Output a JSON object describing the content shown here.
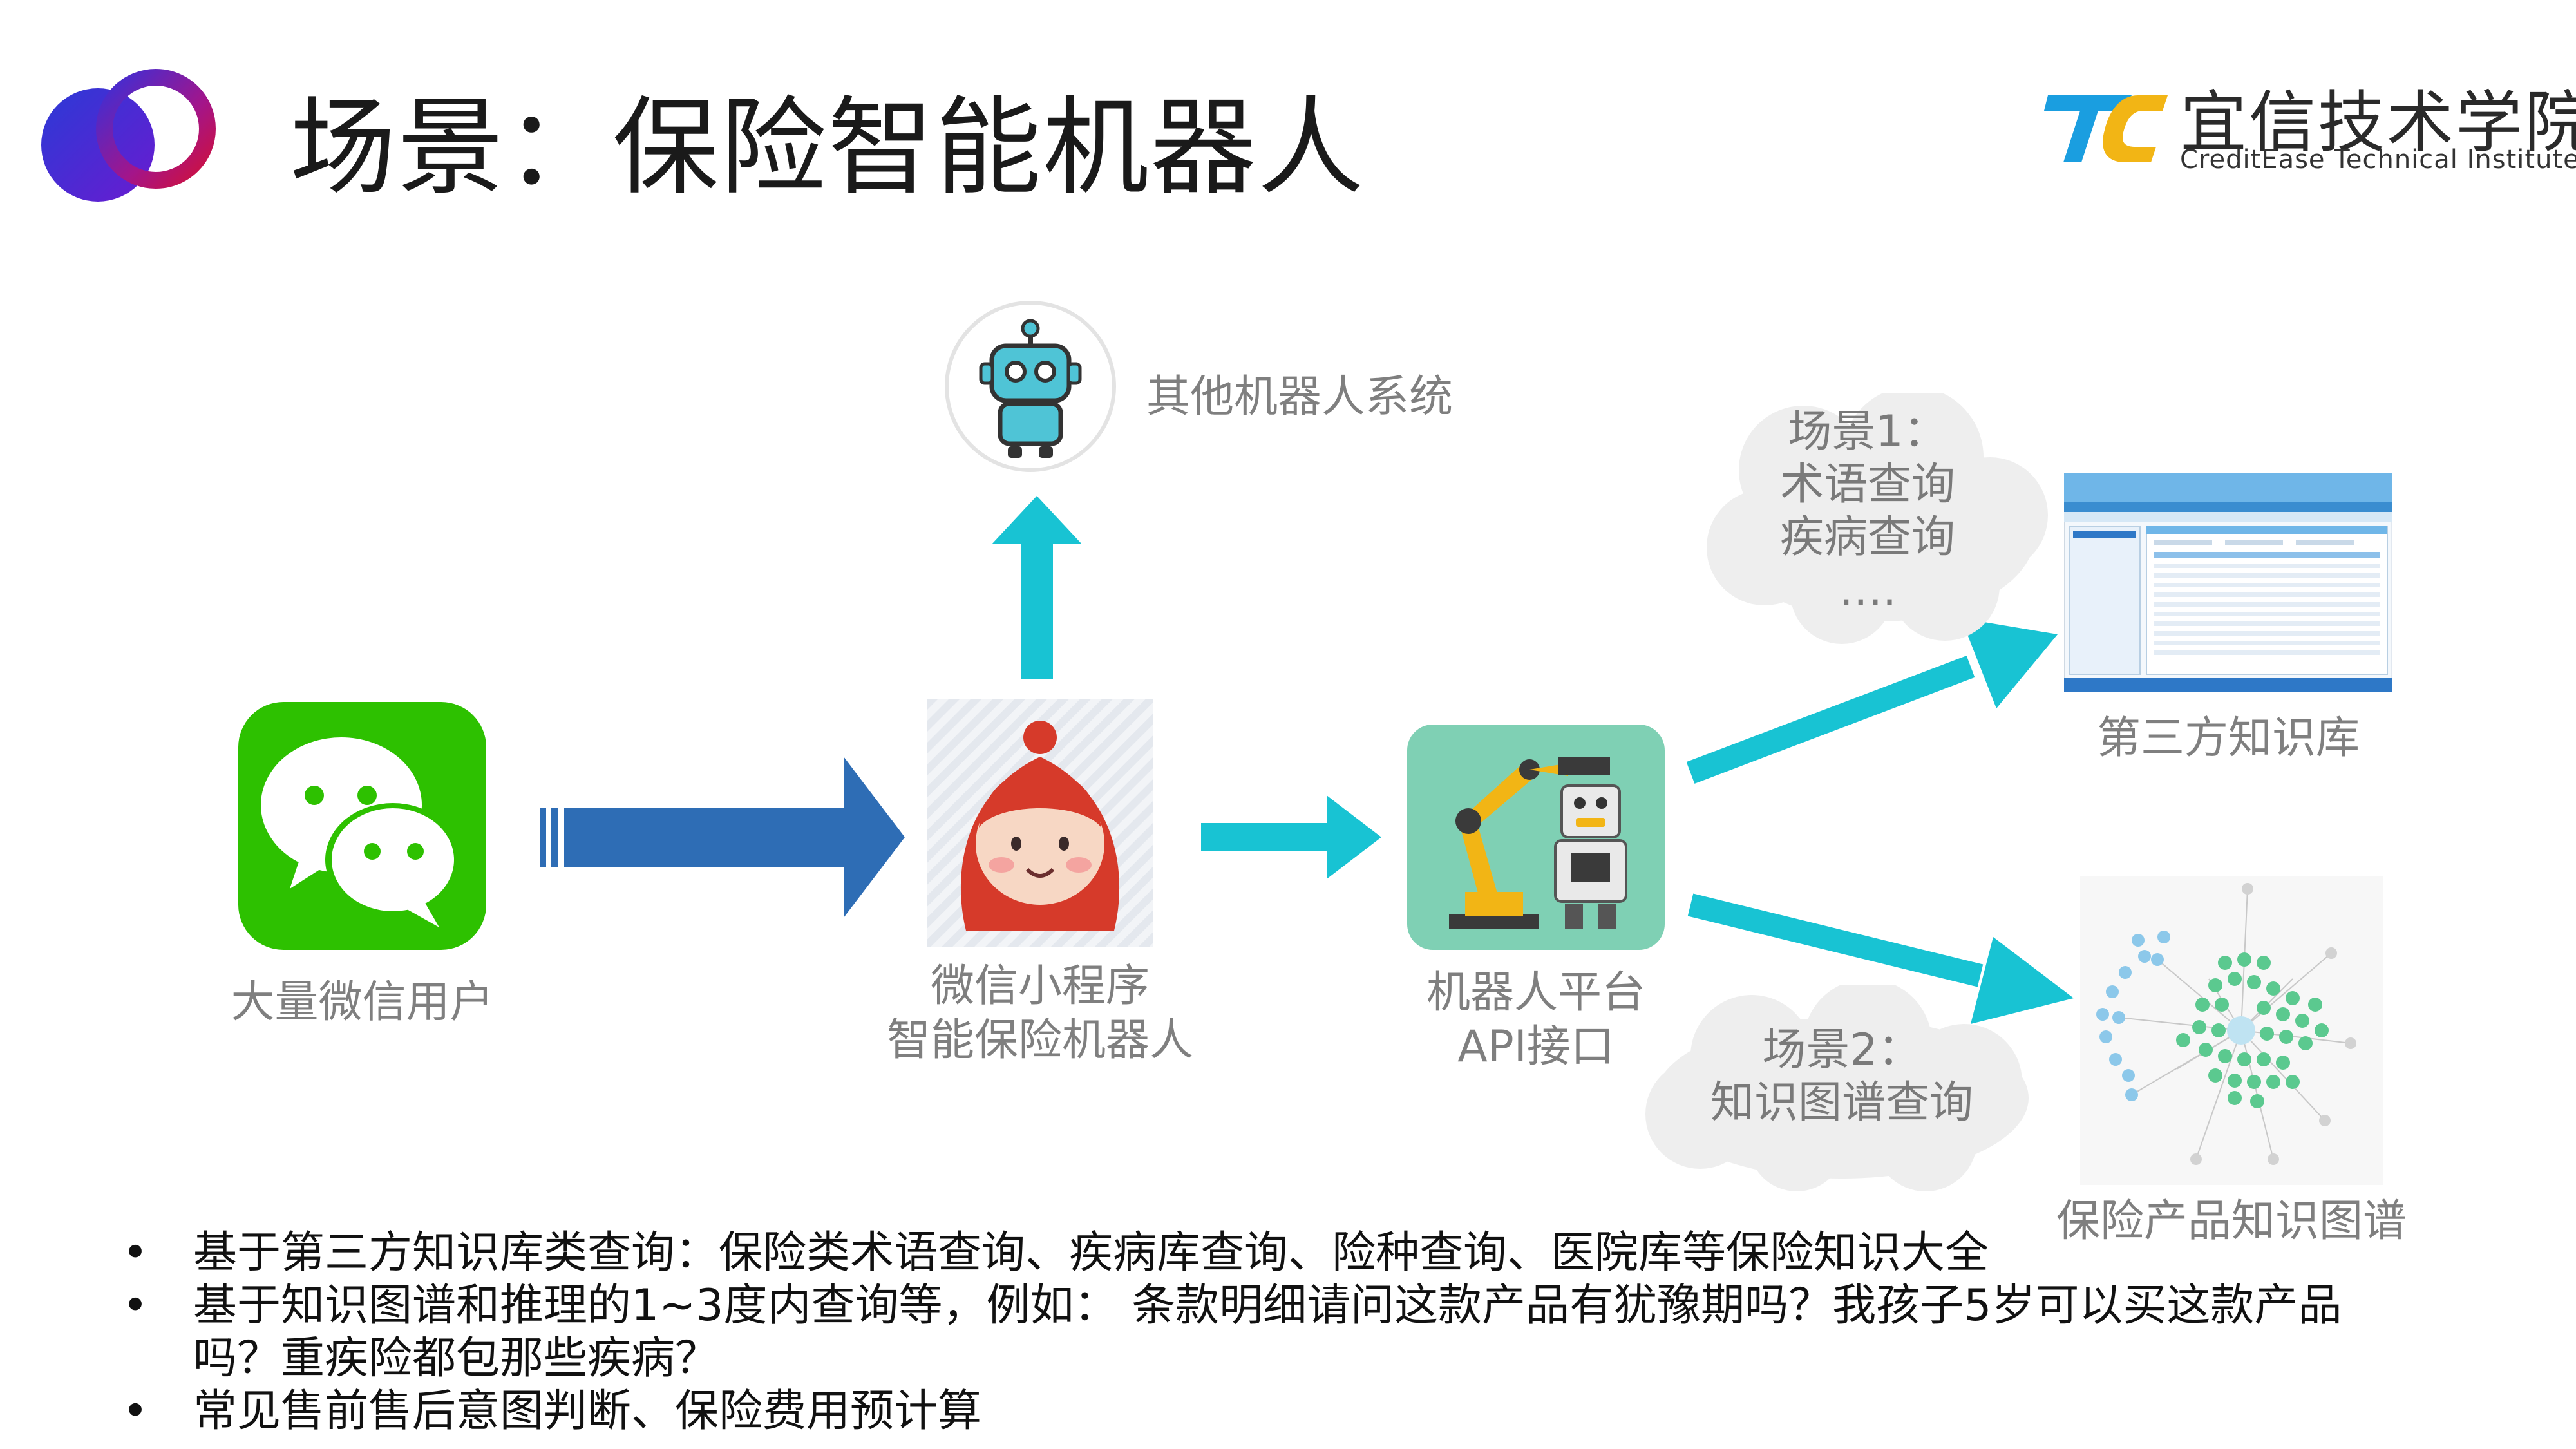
{
  "slide": {
    "title": "场景：保险智能机器人",
    "brand": {
      "name_cn": "宜信技术学院",
      "name_en": "CreditEase Technical Institute"
    }
  },
  "diagram": {
    "nodes": {
      "wechat_users": {
        "label": "大量微信用户"
      },
      "mini_program": {
        "line1": "微信小程序",
        "line2": "智能保险机器人"
      },
      "robot_platform": {
        "line1": "机器人平台",
        "line2": "API接口"
      },
      "other_robots": {
        "label": "其他机器人系统"
      },
      "third_party_kb": {
        "label": "第三方知识库"
      },
      "knowledge_graph": {
        "label": "保险产品知识图谱"
      }
    },
    "clouds": {
      "scene1": {
        "line1": "场景1：",
        "line2": "术语查询",
        "line3": "疾病查询",
        "line4": "…."
      },
      "scene2": {
        "line1": "场景2：",
        "line2": "知识图谱查询"
      }
    }
  },
  "bullets": [
    {
      "marker": "•",
      "text": "基于第三方知识库类查询：保险类术语查询、疾病库查询、险种查询、医院库等保险知识大全"
    },
    {
      "marker": "•",
      "text": "基于知识图谱和推理的1~3度内查询等，例如： 条款明细请问这款产品有犹豫期吗？我孩子5岁可以买这款产品吗？重疾险都包那些疾病？"
    },
    {
      "marker": "•",
      "text": "常见售前售后意图判断、保险费用预计算"
    }
  ],
  "colors": {
    "arrow_blue": "#2e6db5",
    "arrow_teal": "#18c3d3",
    "wechat_green": "#2dc100",
    "platform_bg": "#7fd0b4",
    "graph_node": "#5bc98f",
    "cloud": "#eeeeee"
  },
  "icons": {
    "logo": "ring-logo-icon",
    "brand": "tc-logo-icon",
    "wechat": "wechat-icon",
    "mascot": "mascot-icon",
    "robot": "robot-icon",
    "industrial_robot": "industrial-robot-icon",
    "kb_screenshot": "kb-screenshot",
    "graph": "knowledge-graph-icon"
  }
}
